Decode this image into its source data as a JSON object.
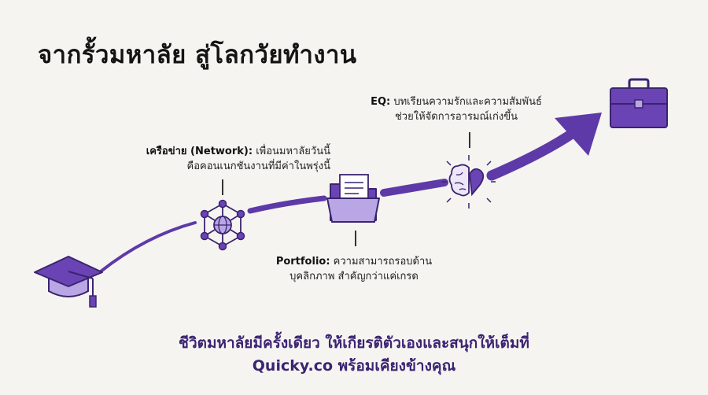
{
  "title": "จากรั้วมหาลัย สู่โลกวัยทำงาน",
  "steps": [
    {
      "icon": "network-icon",
      "head": "เครือข่าย (Network):",
      "line1_rest": "เพื่อนมหาลัยวันนี้",
      "line2": "คือคอนเนกชันงานที่มีค่าในพรุ่งนี้"
    },
    {
      "icon": "folder-documents-icon",
      "head": "Portfolio:",
      "line1_rest": "ความสามารถรอบด้าน",
      "line2": "บุคลิกภาพ สำคัญกว่าแค่เกรด"
    },
    {
      "icon": "brain-heart-icon",
      "head": "EQ:",
      "line1_rest": "บทเรียนความรักและความสัมพันธ์",
      "line2": "ช่วยให้จัดการอารมณ์เก่งขึ้น"
    }
  ],
  "start_icon": "graduation-cap-icon",
  "end_icon": "briefcase-icon",
  "footer": {
    "line1": "ชีวิตมหาลัยมีครั้งเดียว ให้เกียรติตัวเองและสนุกให้เต็มที่",
    "line2": "Quicky.co พร้อมเคียงข้างคุณ"
  },
  "colors": {
    "accent": "#5e3aa8",
    "accent_light": "#b9a6e4",
    "accent_pale": "#e4dcf5",
    "outline": "#3a2470",
    "text": "#1b1b1b",
    "footer_text": "#3b2372",
    "background": "#f6f4f1"
  }
}
